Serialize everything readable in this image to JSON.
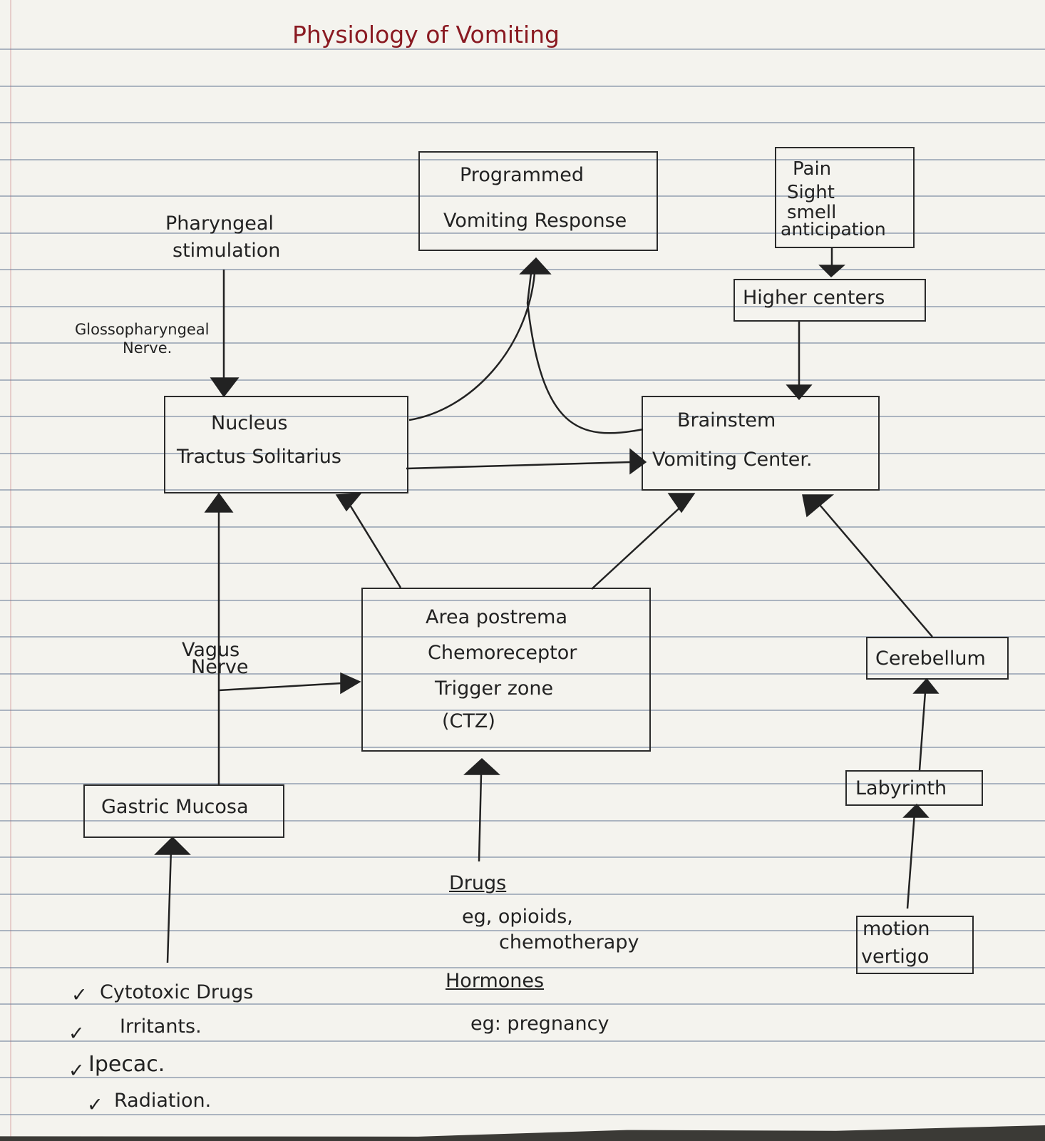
{
  "title": "Physiology of Vomiting",
  "nodes": {
    "pvr": [
      "Programmed",
      "Vomiting Response"
    ],
    "stimuli": [
      "Pain",
      "Sight",
      "smell",
      "anticipation"
    ],
    "higher_centers": "Higher centers",
    "nts": [
      "Nucleus",
      "Tractus Solitarius"
    ],
    "bvc": [
      "Brainstem",
      "Vomiting Center."
    ],
    "ctz": [
      "Area postrema",
      "Chemoreceptor",
      "Trigger zone",
      "(CTZ)"
    ],
    "cerebellum": "Cerebellum",
    "gastric_mucosa": "Gastric Mucosa",
    "labyrinth": "Labyrinth",
    "motion": [
      "motion",
      "vertigo"
    ]
  },
  "labels": {
    "pharyngeal": [
      "Pharyngeal",
      "stimulation"
    ],
    "glossopharyngeal": [
      "Glossopharyngeal",
      "Nerve."
    ],
    "vagus": [
      "Vagus",
      "Nerve"
    ]
  },
  "drugs": {
    "heading": "Drugs",
    "line1": "eg, opioids,",
    "line2": "chemotherapy"
  },
  "hormones": {
    "heading": "Hormones",
    "example": "eg: pregnancy"
  },
  "gastric_causes": [
    {
      "check": "✓",
      "text": "Cytotoxic Drugs"
    },
    {
      "check": "✓",
      "text": "Irritants."
    },
    {
      "check": "✓",
      "text": "Ipecac."
    },
    {
      "check": "✓",
      "text": "Radiation."
    }
  ],
  "colors": {
    "title": "#8a1a22",
    "ink": "#222222",
    "rule": "#6f7f9a",
    "paper": "#f4f3ee"
  }
}
